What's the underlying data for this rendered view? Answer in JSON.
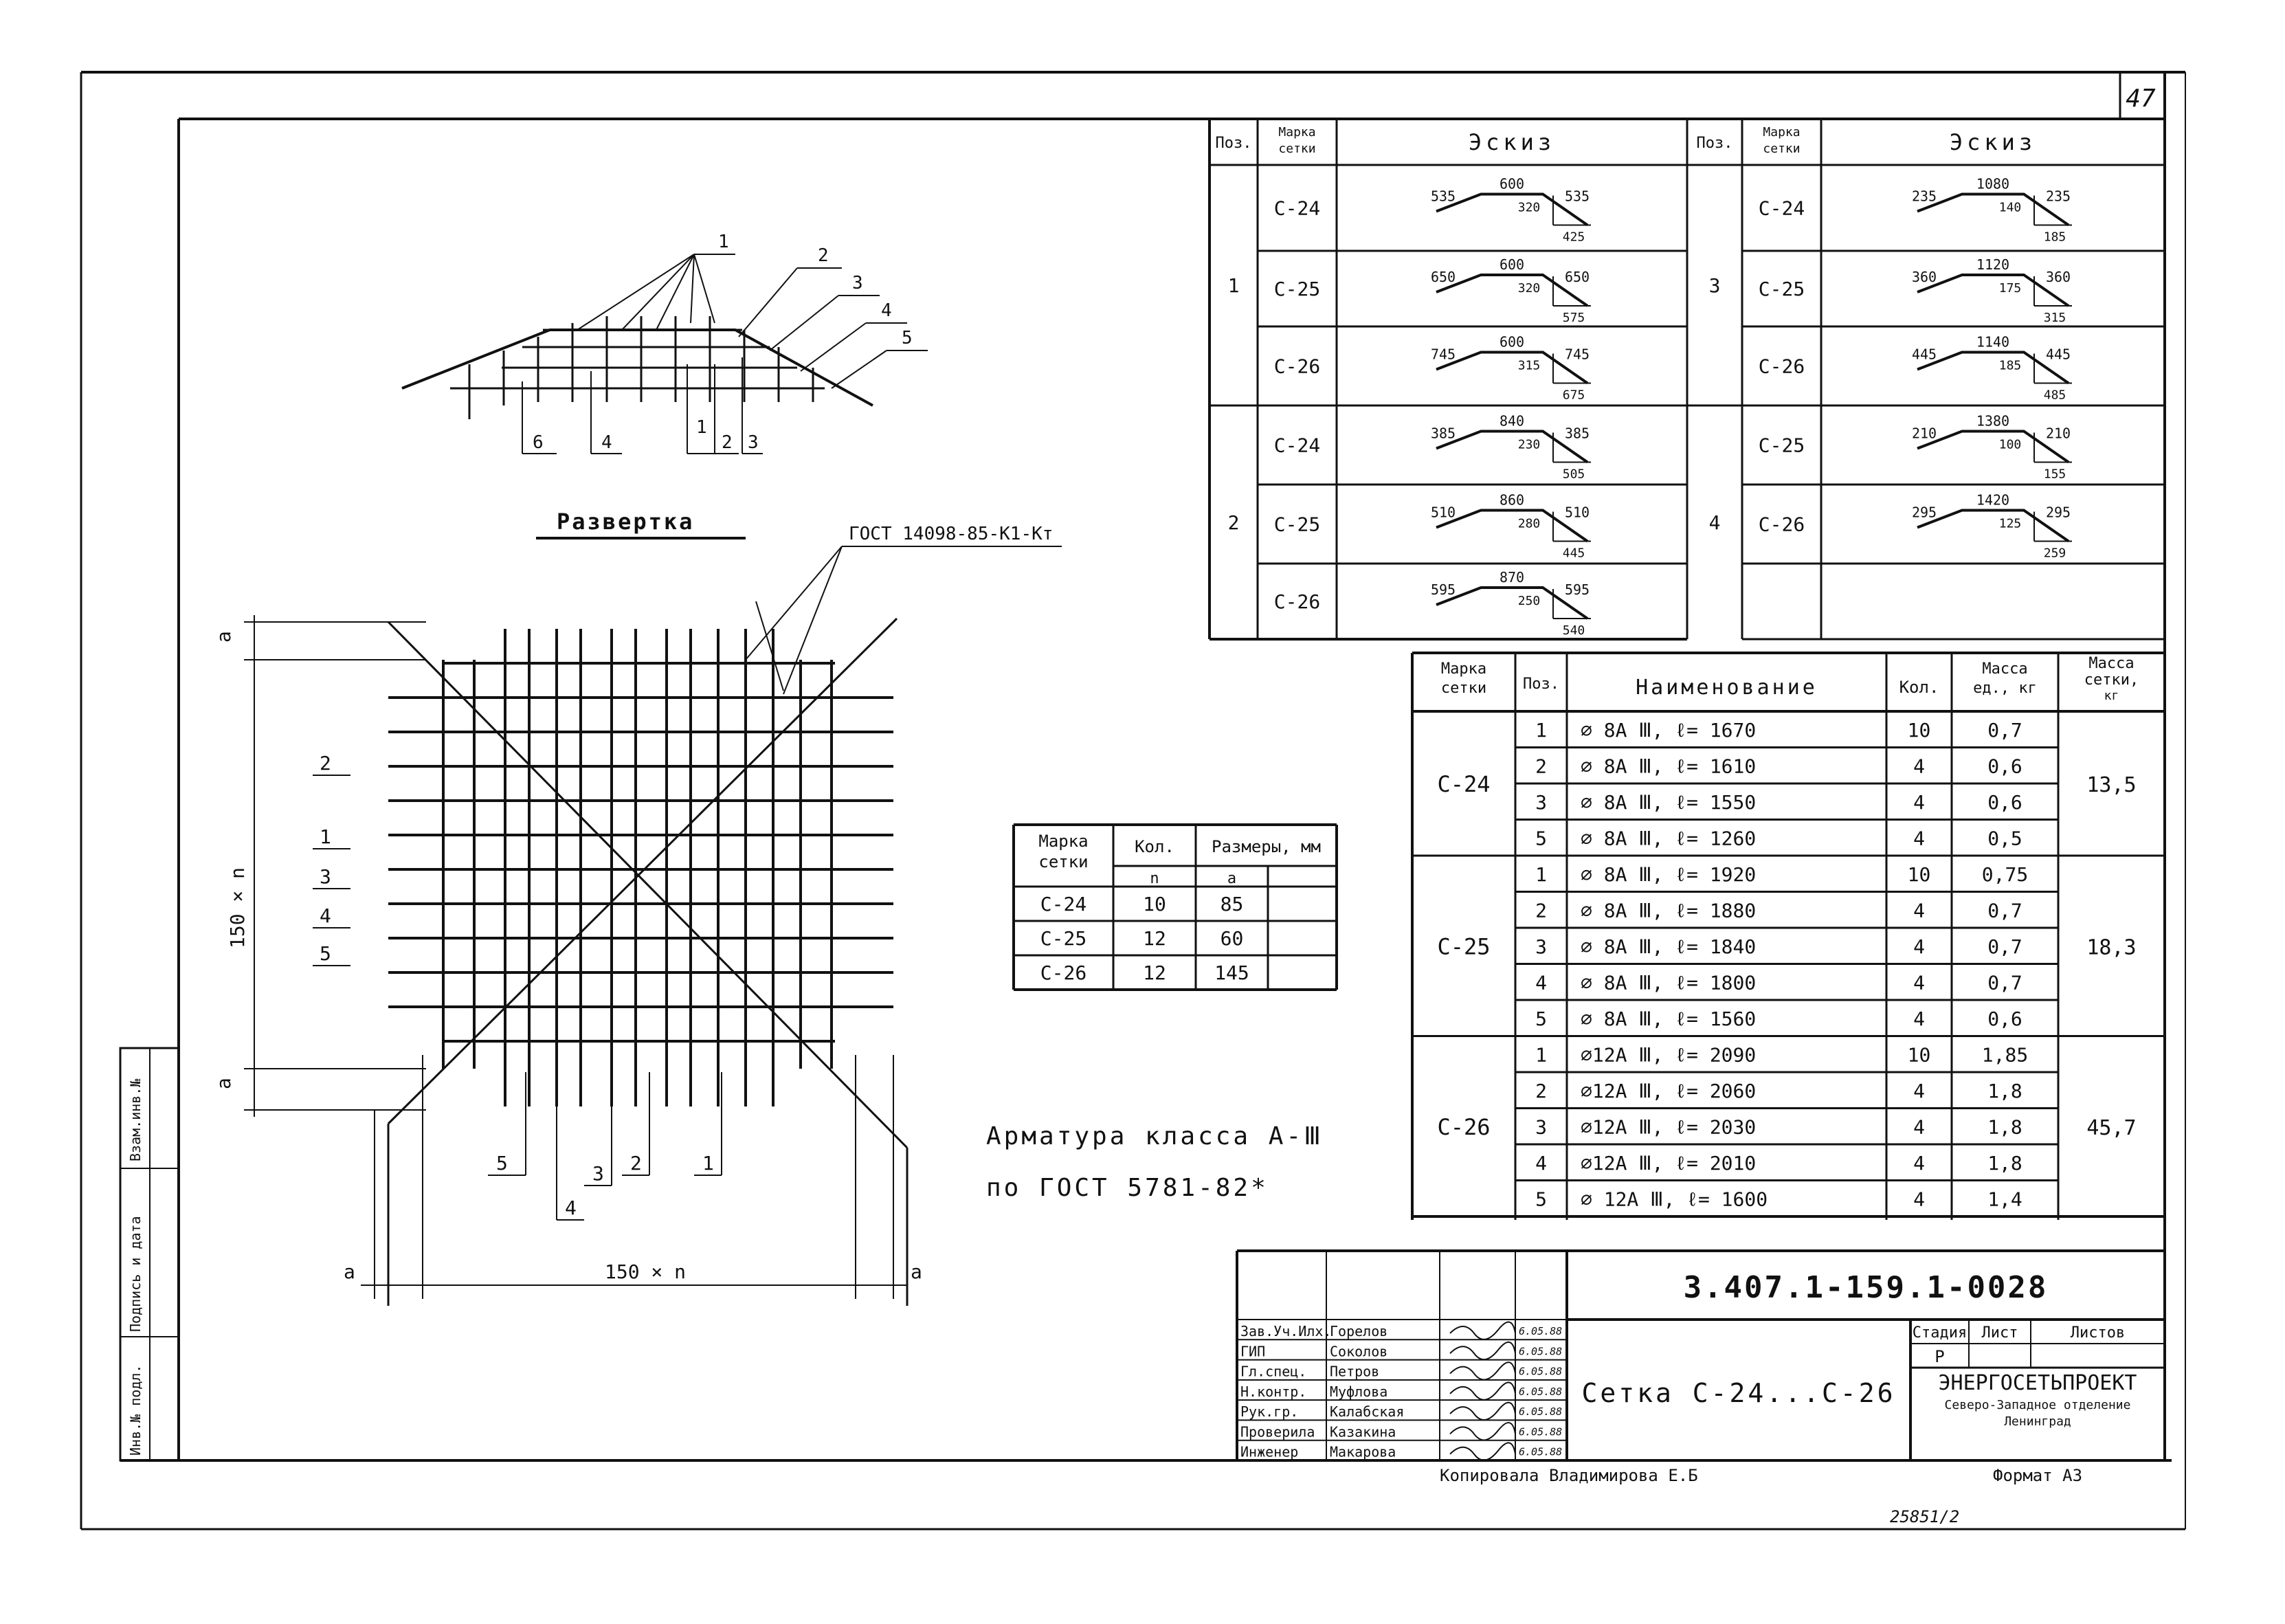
{
  "sheet": {
    "page_number": "47",
    "dev_title": "Развертка",
    "gost_note": "ГОСТ 14098-85-К1-Кт",
    "note_line1": "Арматура класса А-Ⅲ",
    "note_line2": "по ГОСТ 5781-82*",
    "copied_by": "Копировала Владимирова Е.Б",
    "format": "Формат А3",
    "inventory": "25851/2"
  },
  "side_stamp": [
    "Инв.№ подл.",
    "Подпись и дата",
    "Взам.инв.№"
  ],
  "section_callouts": [
    "1",
    "2",
    "3",
    "4",
    "5",
    "6",
    "4",
    "1",
    "2",
    "3"
  ],
  "dev_callouts": [
    "2",
    "1",
    "3",
    "4",
    "5",
    "5",
    "3",
    "2",
    "1",
    "4"
  ],
  "dims": {
    "a": "a",
    "height": "150 × n",
    "width": "150 × n"
  },
  "sketch_table": {
    "headers": [
      "Поз.",
      "Марка сетки",
      "Эскиз"
    ],
    "left": [
      {
        "pos": "1",
        "mark": "С-24",
        "d": [
          "535",
          "600",
          "535",
          "320",
          "425"
        ]
      },
      {
        "pos": "",
        "mark": "С-25",
        "d": [
          "650",
          "600",
          "650",
          "320",
          "575"
        ]
      },
      {
        "pos": "",
        "mark": "С-26",
        "d": [
          "745",
          "600",
          "745",
          "315",
          "675"
        ]
      },
      {
        "pos": "2",
        "mark": "С-24",
        "d": [
          "385",
          "840",
          "385",
          "230",
          "505"
        ]
      },
      {
        "pos": "",
        "mark": "С-25",
        "d": [
          "510",
          "860",
          "510",
          "280",
          "445"
        ]
      },
      {
        "pos": "",
        "mark": "С-26",
        "d": [
          "595",
          "870",
          "595",
          "250",
          "540"
        ]
      }
    ],
    "right": [
      {
        "pos": "3",
        "mark": "С-24",
        "d": [
          "235",
          "1080",
          "235",
          "140",
          "185"
        ]
      },
      {
        "pos": "",
        "mark": "С-25",
        "d": [
          "360",
          "1120",
          "360",
          "175",
          "315"
        ]
      },
      {
        "pos": "",
        "mark": "С-26",
        "d": [
          "445",
          "1140",
          "445",
          "185",
          "485"
        ]
      },
      {
        "pos": "4",
        "mark": "С-25",
        "d": [
          "210",
          "1380",
          "210",
          "100",
          "155"
        ]
      },
      {
        "pos": "",
        "mark": "С-26",
        "d": [
          "295",
          "1420",
          "295",
          "125",
          "259"
        ]
      },
      {
        "pos": "",
        "mark": "",
        "d": []
      }
    ]
  },
  "size_table": {
    "headers": [
      "Марка сетки",
      "Кол.",
      "Размеры, мм"
    ],
    "subheaders": [
      "n",
      "a"
    ],
    "rows": [
      {
        "mark": "С-24",
        "n": "10",
        "a": "85"
      },
      {
        "mark": "С-25",
        "n": "12",
        "a": "60"
      },
      {
        "mark": "С-26",
        "n": "12",
        "a": "145"
      }
    ]
  },
  "spec_table": {
    "headers": [
      "Марка сетки",
      "Поз.",
      "Наименование",
      "Кол.",
      "Масса ед., кг",
      "Масса сетки, кг"
    ],
    "groups": [
      {
        "mark": "С-24",
        "total": "13,5",
        "rows": [
          {
            "pos": "1",
            "name": "⌀ 8А Ⅲ,  ℓ= 1670",
            "qty": "10",
            "mass": "0,7"
          },
          {
            "pos": "2",
            "name": "⌀ 8А Ⅲ,  ℓ= 1610",
            "qty": "4",
            "mass": "0,6"
          },
          {
            "pos": "3",
            "name": "⌀ 8А Ⅲ,  ℓ= 1550",
            "qty": "4",
            "mass": "0,6"
          },
          {
            "pos": "5",
            "name": "⌀ 8А Ⅲ,  ℓ= 1260",
            "qty": "4",
            "mass": "0,5"
          }
        ]
      },
      {
        "mark": "С-25",
        "total": "18,3",
        "rows": [
          {
            "pos": "1",
            "name": "⌀ 8А Ⅲ,  ℓ= 1920",
            "qty": "10",
            "mass": "0,75"
          },
          {
            "pos": "2",
            "name": "⌀ 8А Ⅲ,  ℓ= 1880",
            "qty": "4",
            "mass": "0,7"
          },
          {
            "pos": "3",
            "name": "⌀ 8А Ⅲ,  ℓ= 1840",
            "qty": "4",
            "mass": "0,7"
          },
          {
            "pos": "4",
            "name": "⌀ 8А Ⅲ,  ℓ= 1800",
            "qty": "4",
            "mass": "0,7"
          },
          {
            "pos": "5",
            "name": "⌀ 8А Ⅲ,  ℓ= 1560",
            "qty": "4",
            "mass": "0,6"
          }
        ]
      },
      {
        "mark": "С-26",
        "total": "45,7",
        "rows": [
          {
            "pos": "1",
            "name": "⌀12А Ⅲ,  ℓ= 2090",
            "qty": "10",
            "mass": "1,85"
          },
          {
            "pos": "2",
            "name": "⌀12А Ⅲ,  ℓ= 2060",
            "qty": "4",
            "mass": "1,8"
          },
          {
            "pos": "3",
            "name": "⌀12А Ⅲ,  ℓ= 2030",
            "qty": "4",
            "mass": "1,8"
          },
          {
            "pos": "4",
            "name": "⌀12А Ⅲ,  ℓ= 2010",
            "qty": "4",
            "mass": "1,8"
          },
          {
            "pos": "5",
            "name": "⌀ 12А Ⅲ,  ℓ= 1600",
            "qty": "4",
            "mass": "1,4"
          }
        ]
      }
    ]
  },
  "title_block": {
    "code": "3.407.1-159.1-0028",
    "title": "Сетка С-24...С-26",
    "stage_header": "Стадия",
    "sheet_header": "Лист",
    "sheets_header": "Листов",
    "stage": "Р",
    "org_line1": "ЭНЕРГОСЕТЬПРОЕКТ",
    "org_line2": "Северо-Западное отделение",
    "org_line3": "Ленинград",
    "people": [
      {
        "role": "Зав.Уч.Илх.",
        "name": "Горелов",
        "date": "6.05.88"
      },
      {
        "role": "ГИП",
        "name": "Соколов",
        "date": "6.05.88"
      },
      {
        "role": "Гл.спец.",
        "name": "Петров",
        "date": "6.05.88"
      },
      {
        "role": "Н.контр.",
        "name": "Муфлова",
        "date": "6.05.88"
      },
      {
        "role": "Рук.гр.",
        "name": "Калабская",
        "date": "6.05.88"
      },
      {
        "role": "Проверила",
        "name": "Казакина",
        "date": "6.05.88"
      },
      {
        "role": "Инженер",
        "name": "Макарова",
        "date": "6.05.88"
      }
    ]
  }
}
